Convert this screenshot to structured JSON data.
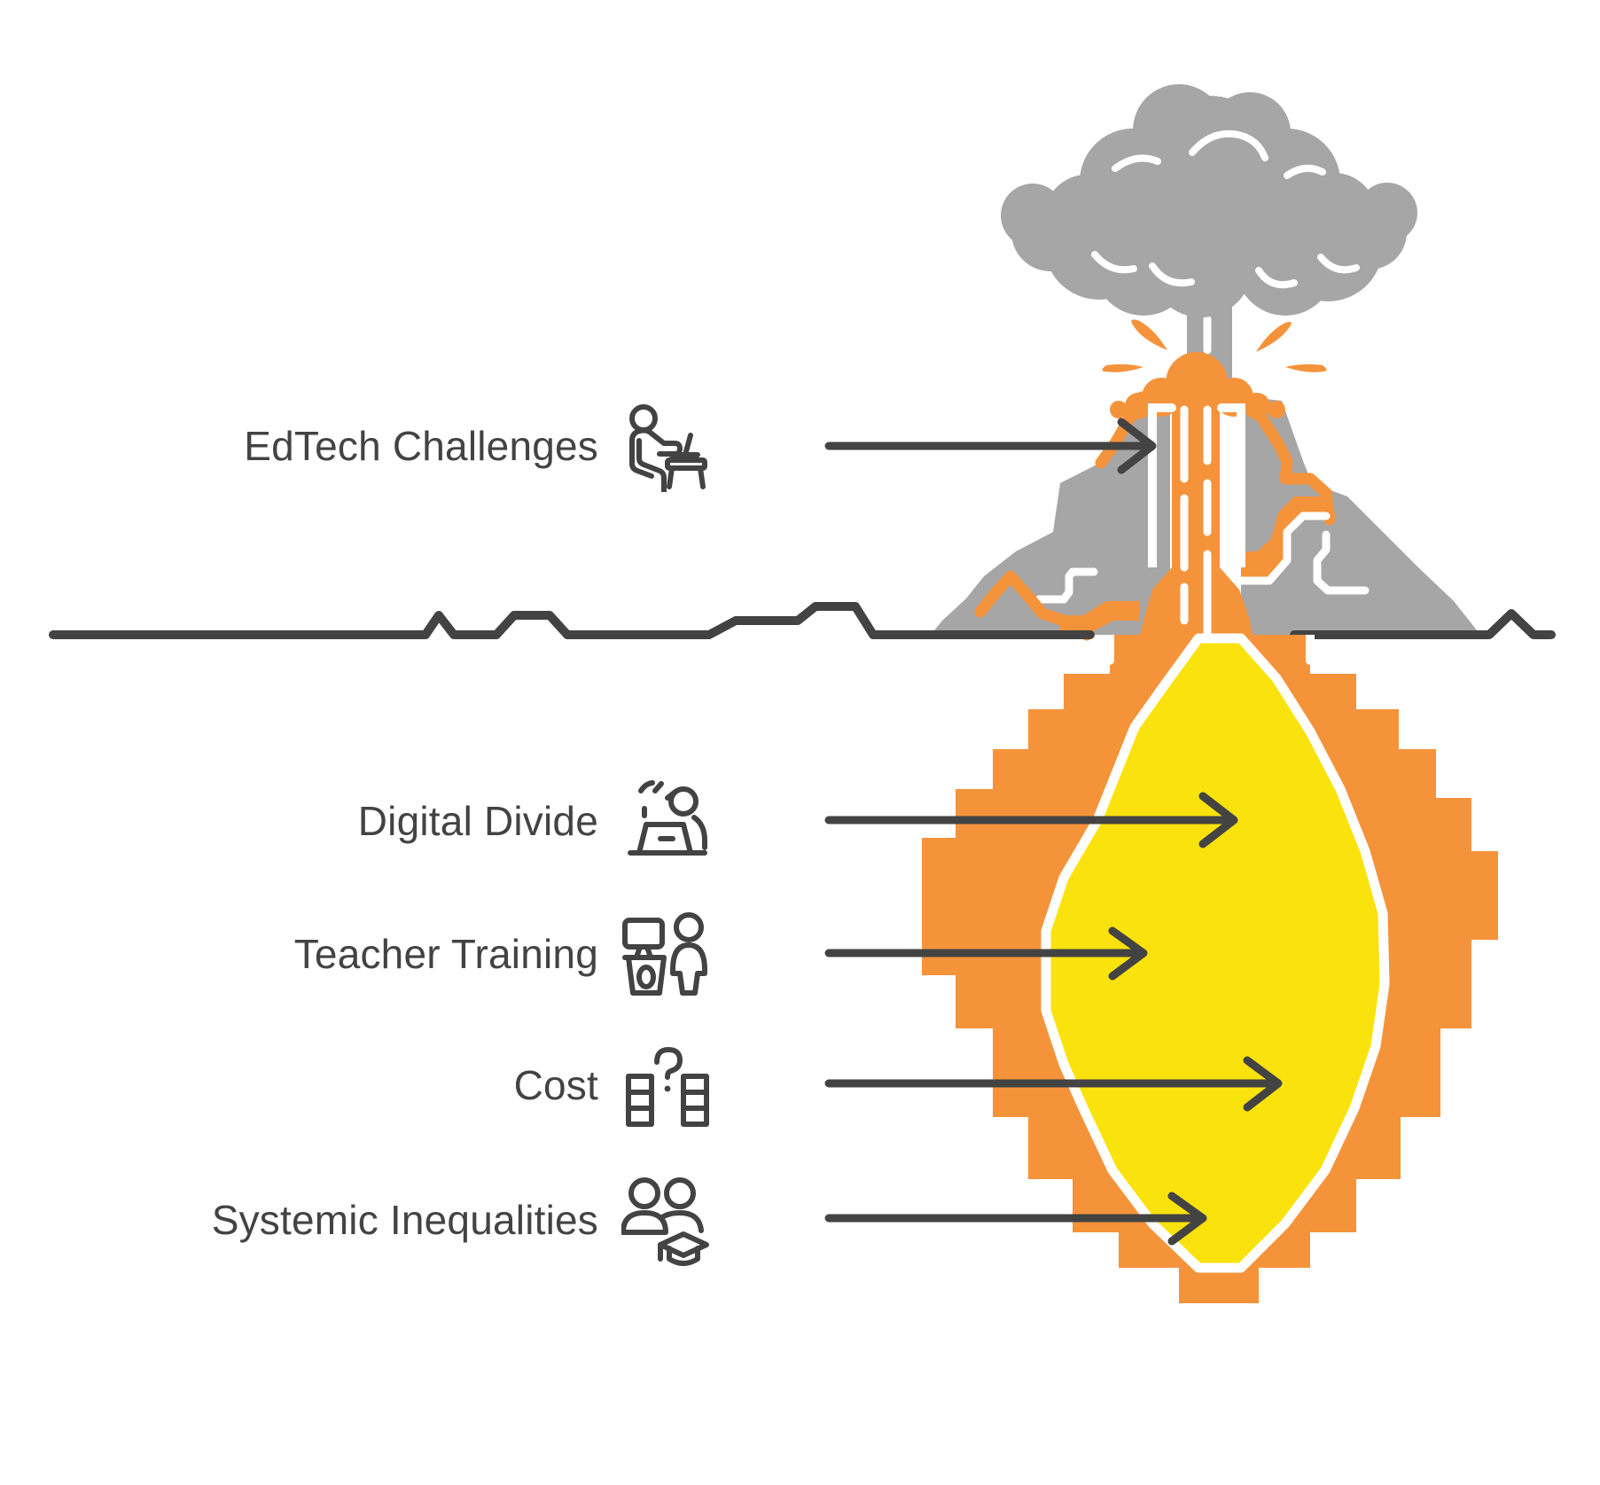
{
  "diagram": {
    "type": "volcano-infographic",
    "title_label": "EdTech Challenges",
    "background_color": "#FFFFFF",
    "colors": {
      "rock_gray": "#A6A6A6",
      "lava_orange": "#F5933B",
      "magma_yellow": "#FAE20C",
      "outline_white": "#FFFFFF",
      "ink_dark": "#434343",
      "smoke_gray": "#A6A6A6"
    }
  },
  "labels": [
    {
      "id": "edtech-challenges",
      "text": "EdTech Challenges",
      "icon": "person-at-desk-icon",
      "position": "above-ground",
      "points_to": "volcano-cone"
    },
    {
      "id": "digital-divide",
      "text": "Digital Divide",
      "icon": "person-with-laptop-icon",
      "position": "below-ground",
      "points_to": "magma-chamber"
    },
    {
      "id": "teacher-training",
      "text": "Teacher Training",
      "icon": "teacher-at-monitor-icon",
      "position": "below-ground",
      "points_to": "magma-chamber"
    },
    {
      "id": "cost",
      "text": "Cost",
      "icon": "money-question-icon",
      "position": "below-ground",
      "points_to": "magma-chamber"
    },
    {
      "id": "systemic-inequalities",
      "text": "Systemic Inequalities",
      "icon": "two-people-graduation-cap-icon",
      "position": "below-ground",
      "points_to": "magma-chamber"
    }
  ],
  "scene_parts": [
    {
      "id": "smoke-plume",
      "name": "smoke-cloud",
      "color": "#A6A6A6"
    },
    {
      "id": "eruption-sparks",
      "name": "orange-sparks",
      "color": "#F5933B"
    },
    {
      "id": "volcano-cone",
      "name": "gray-mountain",
      "color": "#A6A6A6"
    },
    {
      "id": "lava-vent",
      "name": "central-conduit",
      "color": "#F5933B"
    },
    {
      "id": "ground-line",
      "name": "horizon-line",
      "color": "#434343"
    },
    {
      "id": "magma-outer",
      "name": "magma-chamber-outer",
      "color": "#F5933B"
    },
    {
      "id": "magma-inner",
      "name": "magma-chamber-core",
      "color": "#FAE20C"
    }
  ]
}
